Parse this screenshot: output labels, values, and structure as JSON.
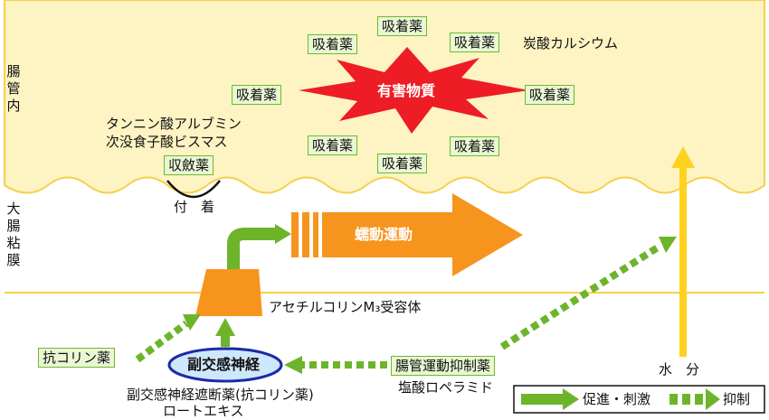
{
  "colors": {
    "lumen_fill": "#fdf3c3",
    "membrane_line": "#f6d04b",
    "toxin": "#ee1c25",
    "promote": "#6db42a",
    "inhibit": "#6db42a",
    "peristalsis": "#f7941d",
    "water": "#ffd21f",
    "parasympathetic_fill": "#cfe7fb"
  },
  "regions": {
    "intestinal_lumen": "腸管内",
    "colon_mucosa": "大腸粘膜"
  },
  "toxin_label": "有害物質",
  "adsorbent_label": "吸着薬",
  "calcium_carbonate": "炭酸カルシウム",
  "astringent_drugs": [
    "タンニン酸アルブミン",
    "次没食子酸ビスマス"
  ],
  "astringent_label": "収斂薬",
  "adhesion_label": "付　着",
  "peristalsis_label": "蠕動運動",
  "receptor_label": "アセチルコリンM₃受容体",
  "anticholinergic_label": "抗コリン薬",
  "parasympathetic_label": "副交感神経",
  "parasympathetic_blockers": [
    "副交感神経遮断薬(抗コリン薬)",
    "ロートエキス"
  ],
  "motility_inhibitor_label": "腸管運動抑制薬",
  "loperamide_label": "塩酸ロペラミド",
  "water_label": "水　分",
  "legend": {
    "promote": "促進・刺激",
    "inhibit": "抑制"
  }
}
